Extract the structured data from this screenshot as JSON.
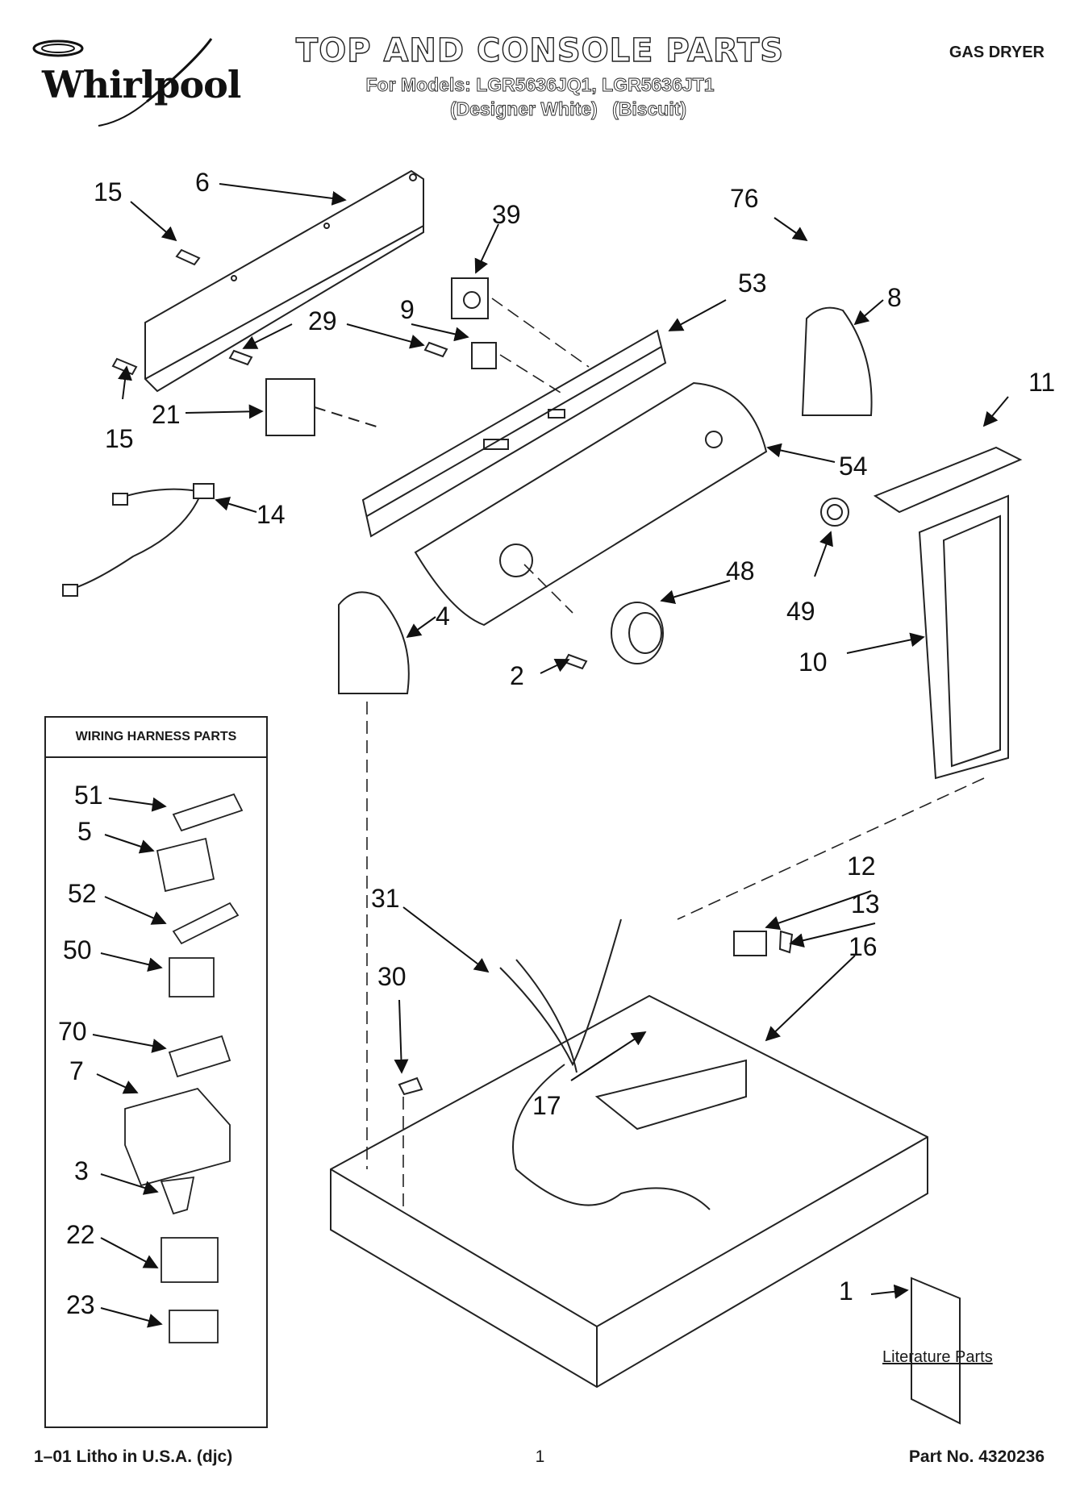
{
  "header": {
    "brand": "Whirlpool",
    "title": "TOP AND CONSOLE PARTS",
    "models_line": "For Models: LGR5636JQ1, LGR5636JT1",
    "variant_1": "(Designer White)",
    "variant_2": "(Biscuit)",
    "appliance_type": "GAS DRYER"
  },
  "callouts": {
    "c15a": "15",
    "c6": "6",
    "c39": "39",
    "c76": "76",
    "c53": "53",
    "c8": "8",
    "c29": "29",
    "c9": "9",
    "c15b": "15",
    "c21": "21",
    "c14": "14",
    "c54": "54",
    "c11": "11",
    "c4": "4",
    "c48": "48",
    "c49": "49",
    "c2": "2",
    "c10": "10",
    "c12": "12",
    "c31": "31",
    "c13": "13",
    "c16": "16",
    "c30": "30",
    "c17": "17",
    "c1": "1"
  },
  "harness": {
    "title": "WIRING HARNESS PARTS",
    "items": [
      "51",
      "5",
      "52",
      "50",
      "70",
      "7",
      "3",
      "22",
      "23"
    ]
  },
  "literature_label": "Literature Parts",
  "footer": {
    "left": "1–01 Litho in U.S.A. (djc)",
    "center": "1",
    "right": "Part No. 4320236"
  }
}
